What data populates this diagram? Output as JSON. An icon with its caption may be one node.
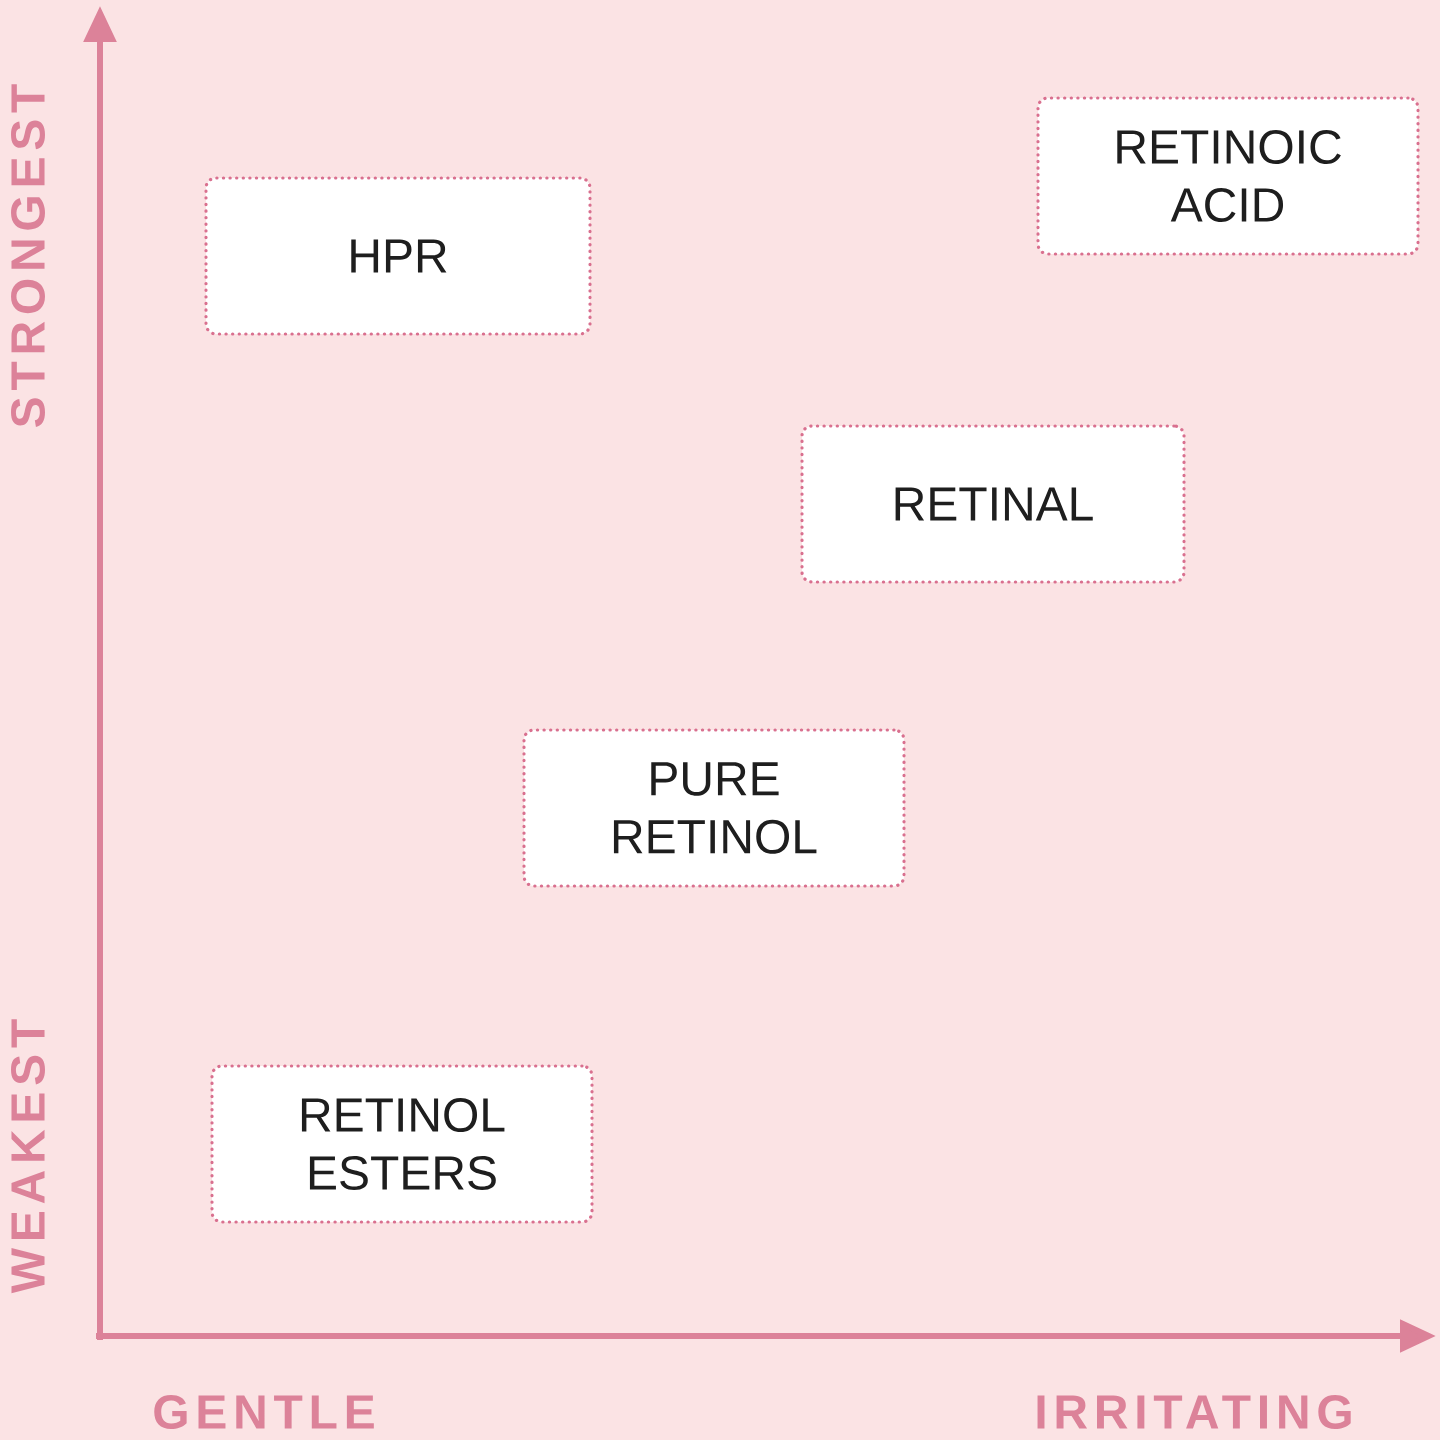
{
  "diagram": {
    "nodes": [
      {
        "text": [
          "RETINOIC ACID"
        ]
      },
      {
        "text": [
          "HPR"
        ]
      },
      {
        "text": [
          "RETINAL"
        ]
      },
      {
        "text": [
          "PURE RETINOL"
        ]
      },
      {
        "text": [
          "RETINOL ESTERS"
        ]
      }
    ],
    "labels": [
      "STRONGEST",
      "WEAKEST",
      "GENTLE",
      "IRRITATING"
    ]
  }
}
